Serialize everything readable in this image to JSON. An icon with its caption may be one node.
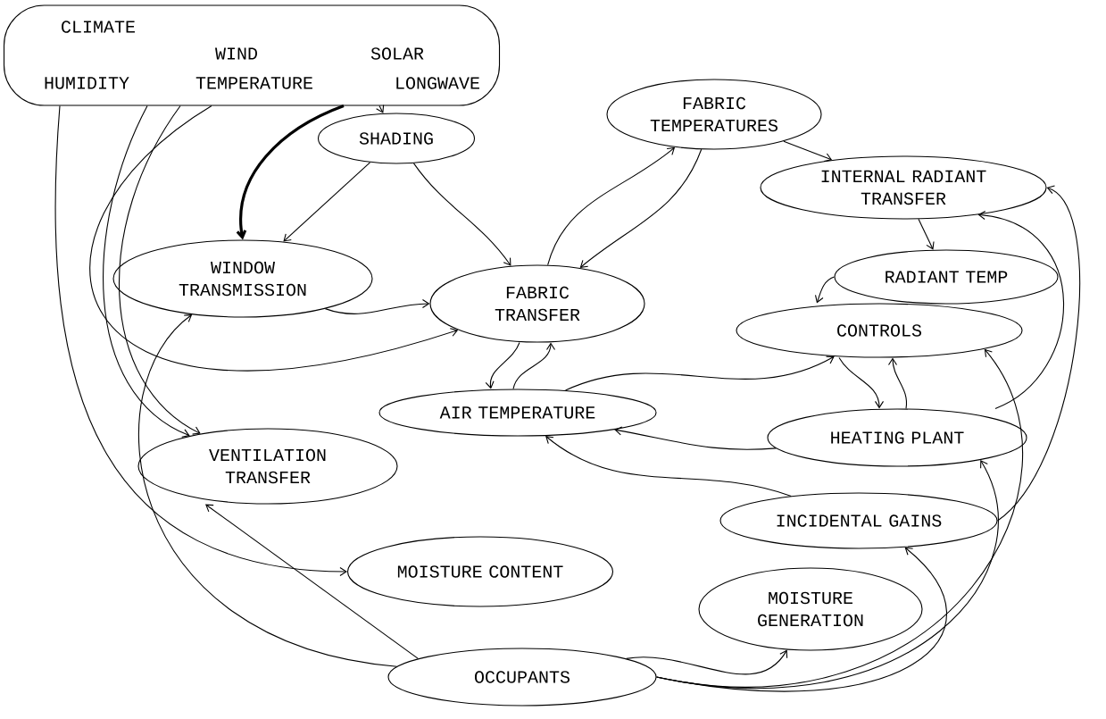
{
  "diagram": {
    "nodes": [
      {
        "text": [
          "CLIMATE",
          "WIND",
          "SOLAR",
          "HUMIDITY",
          "TEMPERATURE",
          "LONGWAVE"
        ]
      },
      {
        "text": [
          "FABRIC TEMPERATURES"
        ]
      },
      {
        "text": [
          "SHADING"
        ]
      },
      {
        "text": [
          "INTERNAL RADIANT TRANSFER"
        ]
      },
      {
        "text": [
          "WINDOW TRANSMISSION"
        ]
      },
      {
        "text": [
          "RADIANT TEMP"
        ]
      },
      {
        "text": [
          "FABRIC TRANSFER"
        ]
      },
      {
        "text": [
          "CONTROLS"
        ]
      },
      {
        "text": [
          "AIR TEMPERATURE"
        ]
      },
      {
        "text": [
          "HEATING PLANT"
        ]
      },
      {
        "text": [
          "VENTILATION TRANSFER"
        ]
      },
      {
        "text": [
          "INCIDENTAL GAINS"
        ]
      },
      {
        "text": [
          "MOISTURE CONTENT"
        ]
      },
      {
        "text": [
          "MOISTURE GENERATION"
        ]
      },
      {
        "text": [
          "OCCUPANTS"
        ]
      }
    ],
    "edges": [
      {
        "from": 0,
        "to": 2,
        "arrow": "to"
      },
      {
        "from": 0,
        "to": 4,
        "arrow": "to",
        "style": "thick"
      },
      {
        "from": 0,
        "to": 6,
        "arrow": "to"
      },
      {
        "from": 0,
        "to": 10,
        "arrow": "to"
      },
      {
        "from": 0,
        "to": 10,
        "arrow": "to"
      },
      {
        "from": 0,
        "to": 12,
        "arrow": "to"
      },
      {
        "from": 2,
        "to": 4,
        "arrow": "to"
      },
      {
        "from": 2,
        "to": 6,
        "arrow": "to"
      },
      {
        "from": 4,
        "to": 6,
        "arrow": "to"
      },
      {
        "from": 6,
        "to": 1,
        "arrow": "to"
      },
      {
        "from": 1,
        "to": 6,
        "arrow": "to"
      },
      {
        "from": 1,
        "to": 3,
        "arrow": "to"
      },
      {
        "from": 3,
        "to": 5,
        "arrow": "to"
      },
      {
        "from": 5,
        "to": 7,
        "arrow": "to"
      },
      {
        "from": 6,
        "to": 8,
        "arrow": "to"
      },
      {
        "from": 8,
        "to": 6,
        "arrow": "to"
      },
      {
        "from": 8,
        "to": 7,
        "arrow": "to"
      },
      {
        "from": 7,
        "to": 9,
        "arrow": "to"
      },
      {
        "from": 9,
        "to": 7,
        "arrow": "to"
      },
      {
        "from": 9,
        "to": 8,
        "arrow": "to"
      },
      {
        "from": 9,
        "to": 3,
        "arrow": "to"
      },
      {
        "from": 11,
        "to": 8,
        "arrow": "to"
      },
      {
        "from": 11,
        "to": 3,
        "arrow": "to"
      },
      {
        "from": 14,
        "to": 4,
        "arrow": "to"
      },
      {
        "from": 14,
        "to": 10,
        "arrow": "to"
      },
      {
        "from": 14,
        "to": 13,
        "arrow": "to"
      },
      {
        "from": 14,
        "to": 11,
        "arrow": "to"
      },
      {
        "from": 14,
        "to": 9,
        "arrow": "to"
      },
      {
        "from": 14,
        "to": 7,
        "arrow": "to"
      }
    ]
  }
}
